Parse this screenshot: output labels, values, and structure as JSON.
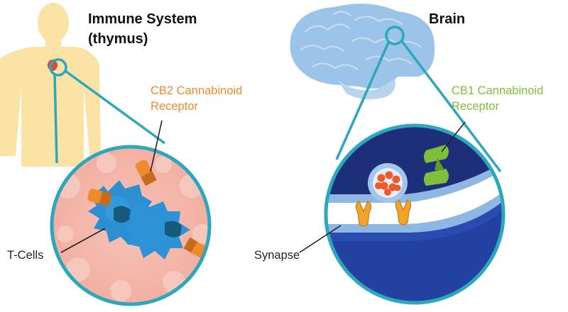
{
  "immune": {
    "title_line1": "Immune System",
    "title_line2": "(thymus)",
    "receptor_line1": "CB2 Cannabinoid",
    "receptor_line2": "Receptor",
    "cells_label": "T-Cells"
  },
  "brain": {
    "title": "Brain",
    "receptor_line1": "CB1 Cannabinoid",
    "receptor_line2": "Receptor",
    "synapse_label": "Synapse"
  },
  "colors": {
    "ring": "#2ba7be",
    "cb2_orange": "#f08a2c",
    "cb1_green": "#7fbf3c",
    "tcell_blue": "#2b8fd2",
    "tissue_pink": "#f4b7aa",
    "body_yellow": "#fbe3a5",
    "brain_blue": "#9cc3e8",
    "neuron_navy": "#1c2f78"
  }
}
